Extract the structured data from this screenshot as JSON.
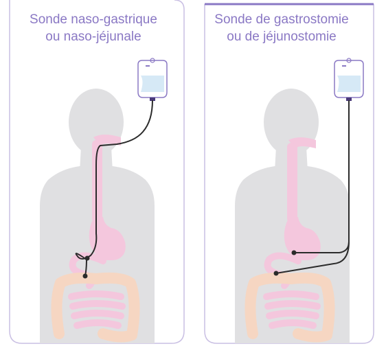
{
  "colors": {
    "title": "#8a78c4",
    "frame": "#c9bfe3",
    "frame_accent": "#8a78c4",
    "body_silhouette": "#e0e0e2",
    "digestive_pink": "#f4c7dd",
    "intestine_peach": "#f6d6c2",
    "tube": "#2b2b2b"
  },
  "panels": [
    {
      "title_line1": "Sonde naso-gastrique",
      "title_line2": "ou naso-jéjunale",
      "feeding_bag_icon": "feeding-bag-icon",
      "tube_route": "nose"
    },
    {
      "title_line1": "Sonde de gastrostomie",
      "title_line2": "ou de jéjunostomie",
      "feeding_bag_icon": "feeding-bag-icon",
      "tube_route": "abdomen"
    }
  ]
}
